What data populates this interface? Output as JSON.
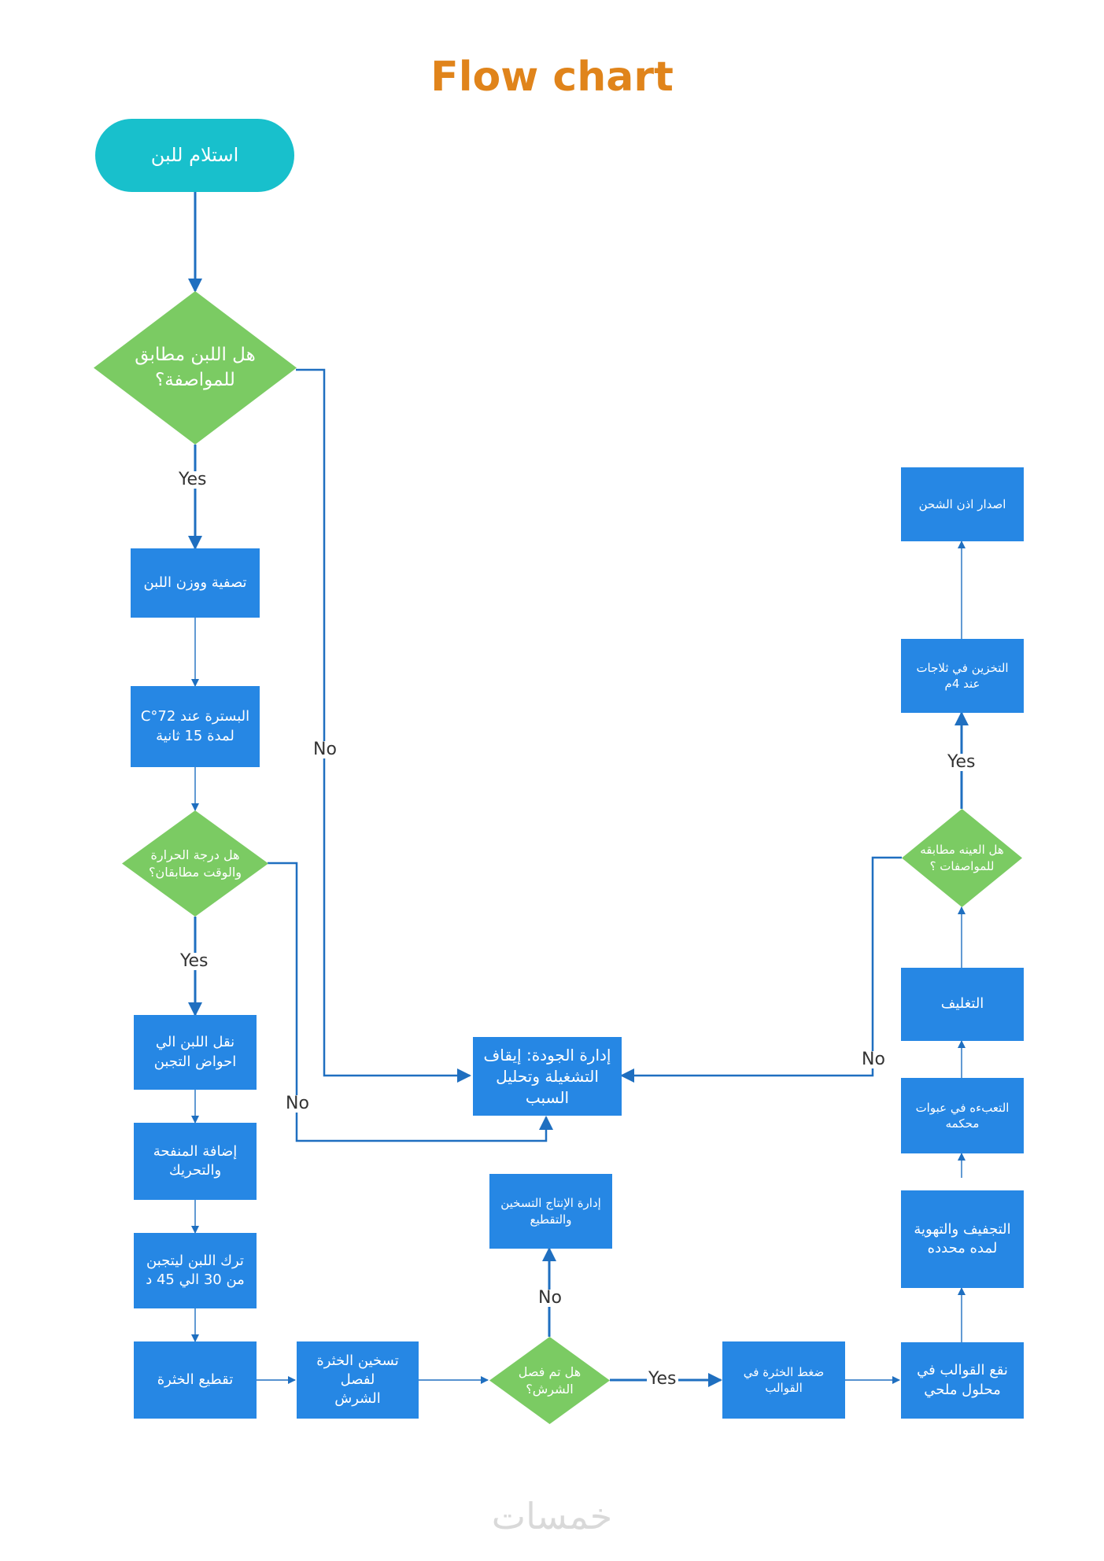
{
  "title": "Flow chart",
  "nodes": {
    "receive": "استلام للبن",
    "spec_check": "هل اللبن مطابق\nللمواصفة؟",
    "filter_weigh": "تصفية ووزن اللبن",
    "pasteurize": "البسترة عند 72°C\nلمدة 15 ثانية",
    "temp_check": "هل درجة الحرارة\nوالوقت مطابقان؟",
    "transfer": "نقل اللبن الي\nاحواض التجبن",
    "add_rennet": "إضافة المنفحة\nوالتحريك",
    "set_curd": "ترك اللبن ليتجبن\nمن 30 الي 45 د",
    "cut_curd": "تقطيع الخثرة",
    "heat_curd": "تسخين الخثرة لفصل\nالشرش",
    "whey_check": "هل تم فصل\nالشرش؟",
    "prod_mgmt": "إدارة الإنتاج التسخين\nوالتقطيع",
    "quality_mgmt": "إدارة الجودة: إيقاف\nالتشغيلة وتحليل\nالسبب",
    "press_molds": "ضغط الخثرة في\nالقوالب",
    "brine": "نقع القوالب في\nمحلول ملحي",
    "dry_cure": "التجفيف والتهوية\nلمده محدده",
    "pack_sealed": "التعبءه في عبوات\nمحكمه",
    "wrapping": "التغليف",
    "sample_check": "هل العينه مطابقه\nللمواصفات ؟",
    "cold_store": "التخزين في ثلاجات\nعند 4م",
    "ship_permit": "اصدار اذن الشحن"
  },
  "labels": {
    "yes": "Yes",
    "no": "No"
  },
  "watermark": "خمسات",
  "colors": {
    "title": "#e0841b",
    "process": "#2687e4",
    "decision": "#7bcb63",
    "terminal": "#18c0cc",
    "connector": "#1f6fc0"
  }
}
